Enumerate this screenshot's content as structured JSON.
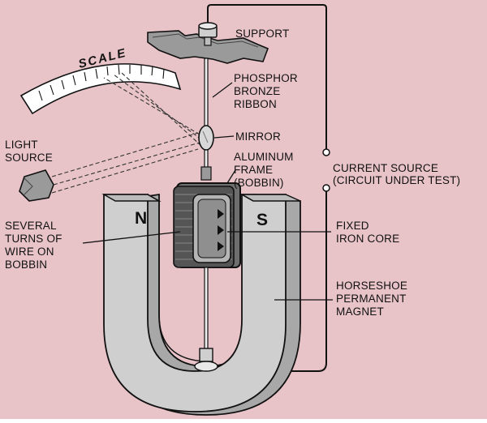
{
  "colors": {
    "background": "#E8C4C8",
    "magnet": "#CFCFCF",
    "magnet_shadow": "#A8A8A8",
    "outline": "#111111",
    "coil": "#6E6E6E",
    "core": "#B5B5B5"
  },
  "labels": {
    "scale": "SCALE",
    "support": "SUPPORT",
    "ribbon": [
      "PHOSPHOR",
      "BRONZE",
      "RIBBON"
    ],
    "mirror": "MIRROR",
    "light_source": [
      "LIGHT",
      "SOURCE"
    ],
    "frame": [
      "ALUMINUM",
      "FRAME",
      "(BOBBIN)"
    ],
    "current_source": [
      "CURRENT SOURCE",
      "(CIRCUIT UNDER TEST)"
    ],
    "turns": [
      "SEVERAL",
      "TURNS OF",
      "WIRE ON",
      "BOBBIN"
    ],
    "core": [
      "FIXED",
      "IRON CORE"
    ],
    "magnet": [
      "HORSESHOE",
      "PERMANENT",
      "MAGNET"
    ],
    "north": "N",
    "south": "S"
  }
}
